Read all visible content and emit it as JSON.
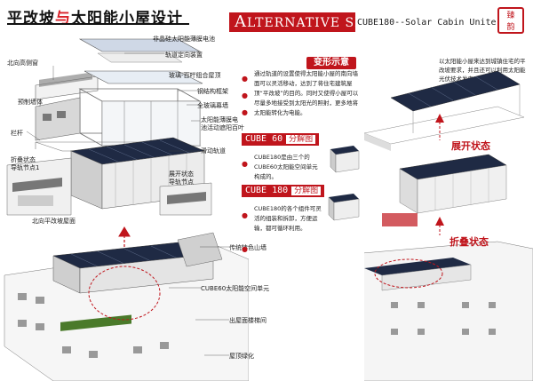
{
  "header": {
    "title_part1": "平改坡",
    "title_part2": "与",
    "title_part3": "太阳能小屋设计",
    "alt_first": "A",
    "alt_rest": "LTERNATIVE SPACE",
    "cube_title": "CUBE180--Solar Cabin Unite",
    "seal_text": "臻韵"
  },
  "left_labels": {
    "l1": "非晶硅太阳能薄膜电池",
    "l2": "北向高侧窗",
    "l3": "轨道定向装置",
    "l4": "玻璃-百叶组合屋顶",
    "l5": "预制墙体",
    "l6": "钢结构框架",
    "l7": "全玻璃幕墙",
    "l8": "太阳能薄膜电\n池活动遮阳百叶",
    "l9": "栏杆",
    "l10": "滑动轨道",
    "l11": "折叠状态\n导轨节点1",
    "l12": "展开状态\n导轨节点",
    "l13": "北向平改坡屋面",
    "l14": "传统特色山墙",
    "l15": "CUBE60太阳能空间单元",
    "l16": "出屋面楼梯间",
    "l17": "屋顶绿化"
  },
  "middle": {
    "transform_badge": "变形示意",
    "transform_text": "通过轨道的设置使得太阳能小屋的南向墙面可以灵活移动，达到了将住宅建筑屋顶“平改坡”的目的。同时又使得小屋可以尽量多地接受到太阳光的照射，更多地将太阳能转化为电能。",
    "cube60_num": "CUBE 60",
    "cube60_label": "分解图",
    "cube60_text": "CUBE180是由三个的CUBE60太阳能空间单元构成的。",
    "cube180_num": "CUBE 180",
    "cube180_label": "分解图",
    "cube180_text": "CUBE180的各个组件可灵活的组装和拆卸，方便运输，都可循环利用。"
  },
  "right": {
    "intro_text": "以太阳能小屋来达到城镇住宅的平改坡要求，并且还可以利用太阳能光伏技术发电。",
    "state_open": "展开状态",
    "state_folded": "折叠状态"
  },
  "colors": {
    "accent": "#c0151c",
    "panel": "#1f2a44",
    "structure": "#9a9a9a"
  }
}
